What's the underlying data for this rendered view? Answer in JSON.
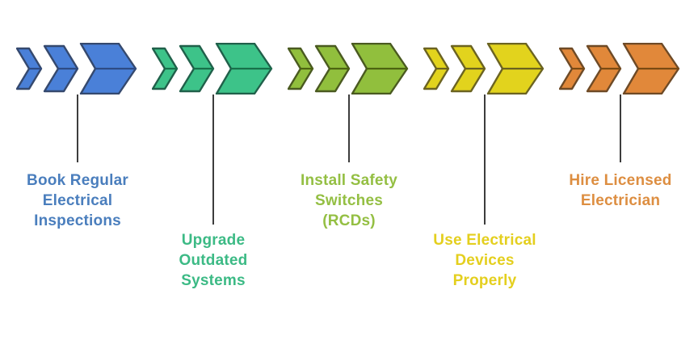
{
  "diagram": {
    "title": "Electrical safety steps process diagram",
    "background": "#ffffff",
    "connector_color": "#3d3d3d",
    "steps": [
      {
        "id": "book-regular-electrical-inspections",
        "label": "Book Regular Electrical Inspections",
        "label_lines": [
          "Book Regular",
          "Electrical",
          "Inspections"
        ],
        "label_position": "high",
        "colors": {
          "fill": "#4a80d8",
          "outline": "#35496e",
          "midline": "#2d4b85",
          "text": "#4a7ebd"
        }
      },
      {
        "id": "upgrade-outdated-systems",
        "label": "Upgrade Outdated Systems",
        "label_lines": [
          "Upgrade",
          "Outdated",
          "Systems"
        ],
        "label_position": "low",
        "colors": {
          "fill": "#3dc389",
          "outline": "#20604a",
          "midline": "#17704a",
          "text": "#3cba85"
        }
      },
      {
        "id": "install-safety-switches-rcds",
        "label": "Install Safety Switches (RCDs)",
        "label_lines": [
          "Install Safety",
          "Switches",
          "(RCDs)"
        ],
        "label_position": "high",
        "colors": {
          "fill": "#91bf3d",
          "outline": "#4a5a20",
          "midline": "#4c6410",
          "text": "#94bf43"
        }
      },
      {
        "id": "use-electrical-devices-properly",
        "label": "Use Electrical Devices Properly",
        "label_lines": [
          "Use Electrical",
          "Devices",
          "Properly"
        ],
        "label_position": "low",
        "colors": {
          "fill": "#e2d31d",
          "outline": "#6b6321",
          "midline": "#6a621f",
          "text": "#e4cf1e"
        }
      },
      {
        "id": "hire-licensed-electrician",
        "label": "Hire Licensed Electrician",
        "label_lines": [
          "Hire Licensed",
          "Electrician"
        ],
        "label_position": "high",
        "colors": {
          "fill": "#e1883a",
          "outline": "#6e4a26",
          "midline": "#7a4a12",
          "text": "#dd8e41"
        }
      }
    ]
  }
}
